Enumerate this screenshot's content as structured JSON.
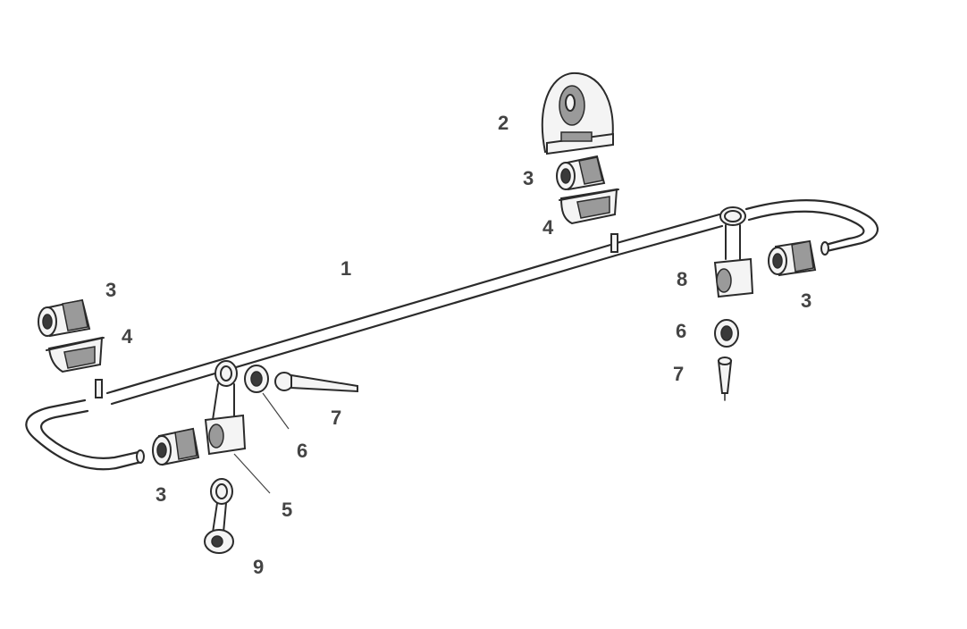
{
  "labels": {
    "l1": "1",
    "l2": "2",
    "l3a": "3",
    "l3b": "3",
    "l3c": "3",
    "l3d": "3",
    "l4a": "4",
    "l4b": "4",
    "l5": "5",
    "l6a": "6",
    "l6b": "6",
    "l7a": "7",
    "l7b": "7",
    "l8": "8",
    "l9": "9"
  },
  "colors": {
    "label": "#444444",
    "line": "#2b2b2b",
    "shade": "#9a9a9a"
  }
}
